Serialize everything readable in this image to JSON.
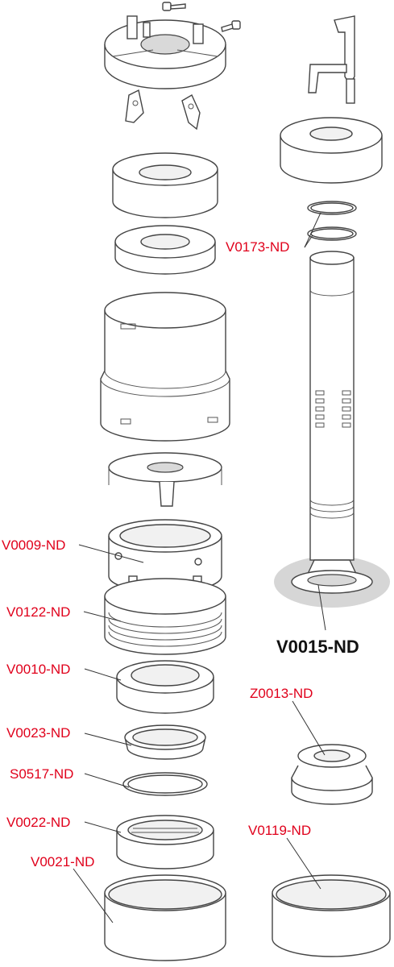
{
  "labels": {
    "v0173": "V0173-ND",
    "v0009": "V0009-ND",
    "v0122": "V0122-ND",
    "v0015": "V0015-ND",
    "v0010": "V0010-ND",
    "z0013": "Z0013-ND",
    "v0023": "V0023-ND",
    "s0517": "S0517-ND",
    "v0022": "V0022-ND",
    "v0119": "V0119-ND",
    "v0021": "V0021-ND"
  },
  "colors": {
    "label": "#e0001b",
    "main_label": "#111111",
    "highlight": "#c8c8c8"
  }
}
